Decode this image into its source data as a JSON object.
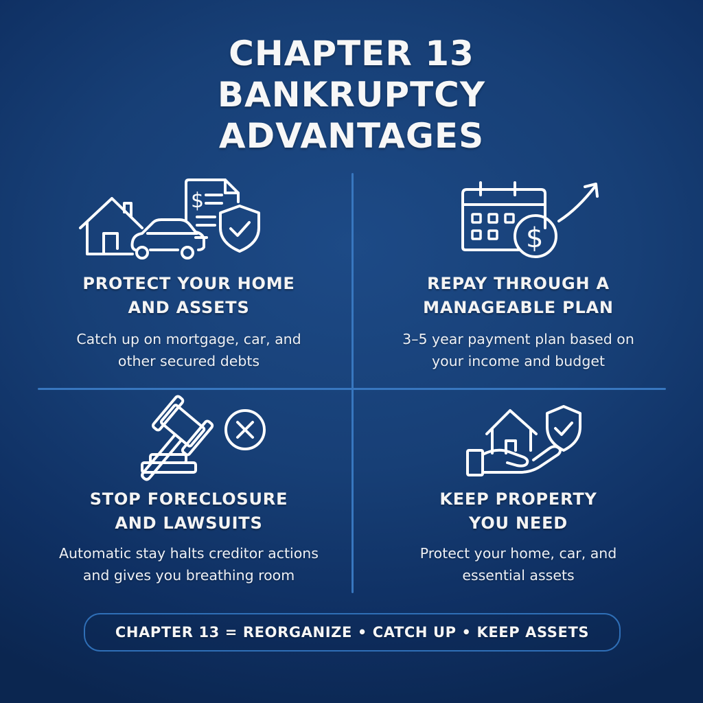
{
  "title": {
    "lines": [
      "CHAPTER 13",
      "BANKRUPTCY",
      "ADVANTAGES"
    ]
  },
  "advantages": [
    {
      "icon": "house-car-document-shield-icon",
      "heading_lines": [
        "PROTECT YOUR HOME",
        "AND ASSETS"
      ],
      "body_lines": [
        "Catch up on mortgage, car, and",
        "other secured debts"
      ],
      "icon_glyph": "$"
    },
    {
      "icon": "calendar-dollar-arrow-icon",
      "heading_lines": [
        "REPAY THROUGH A",
        "MANAGEABLE PLAN"
      ],
      "body_lines": [
        "3–5 year payment plan based on",
        "your income and budget"
      ],
      "icon_glyph": "$"
    },
    {
      "icon": "gavel-cancel-icon",
      "heading_lines": [
        "STOP FORECLOSURE",
        "AND LAWSUITS"
      ],
      "body_lines": [
        "Automatic stay halts creditor actions",
        "and gives you breathing room"
      ]
    },
    {
      "icon": "hand-house-shield-icon",
      "heading_lines": [
        "KEEP PROPERTY",
        "YOU NEED"
      ],
      "body_lines": [
        "Protect your home, car, and",
        "essential assets"
      ]
    }
  ],
  "footer": {
    "tagline": "CHAPTER 13 = REORGANIZE • CATCH UP • KEEP ASSETS"
  },
  "colors": {
    "background": "#173f76",
    "background_dark": "#0b2650",
    "divider": "#3877bf",
    "text": "#ffffff"
  }
}
